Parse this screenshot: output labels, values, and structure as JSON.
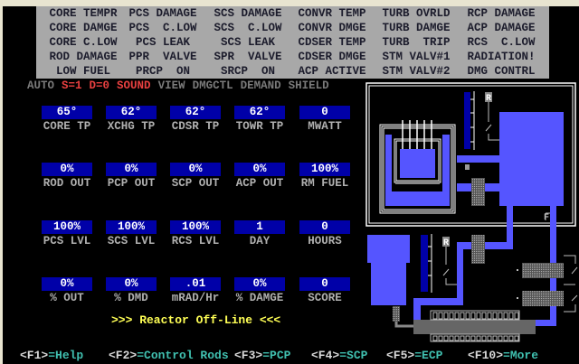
{
  "annunciators": [
    [
      "CORE TEMPR",
      "PCS DAMAGE",
      "SCS DAMAGE",
      "CONVR TEMP",
      "TURB OVRLD",
      "RCP DAMAGE"
    ],
    [
      "CORE DAMGE",
      "PCS  C.LOW",
      "SCS  C.LOW",
      "CONVR DMGE",
      "TURB DAMGE",
      "ACP DAMAGE"
    ],
    [
      "CORE C.LOW",
      "PCS LEAK",
      "SCS LEAK",
      "CDSER TEMP",
      "TURB  TRIP",
      "RCS  C.LOW"
    ],
    [
      "ROD DAMAGE",
      "PPR  VALVE",
      "SPR  VALVE",
      "CDSER DMGE",
      "STM VALV#1",
      "RADIATION!"
    ],
    [
      "LOW FUEL",
      "PRCP  ON",
      "SRCP  ON",
      "ACP ACTIVE",
      "STM VALV#2",
      "DMG CONTRL"
    ]
  ],
  "modes": [
    {
      "label": "AUTO",
      "active": false
    },
    {
      "label": "S=1",
      "active": true
    },
    {
      "label": "D=0",
      "active": true
    },
    {
      "label": "SOUND",
      "active": true
    },
    {
      "label": "VIEW",
      "active": false
    },
    {
      "label": "DMGCTL",
      "active": false
    },
    {
      "label": "DEMAND",
      "active": false
    },
    {
      "label": "SHIELD",
      "active": false
    }
  ],
  "gauges": [
    [
      {
        "value": "65°",
        "label": "CORE TP"
      },
      {
        "value": "62°",
        "label": "XCHG TP"
      },
      {
        "value": "62°",
        "label": "CDSR TP"
      },
      {
        "value": "62°",
        "label": "TOWR TP"
      },
      {
        "value": "0",
        "label": "MWATT"
      }
    ],
    [
      {
        "value": "0%",
        "label": "ROD OUT"
      },
      {
        "value": "0%",
        "label": "PCP OUT"
      },
      {
        "value": "0%",
        "label": "SCP OUT"
      },
      {
        "value": "0%",
        "label": "ACP OUT"
      },
      {
        "value": "100%",
        "label": "RM FUEL"
      }
    ],
    [
      {
        "value": "100%",
        "label": "PCS LVL"
      },
      {
        "value": "100%",
        "label": "SCS LVL"
      },
      {
        "value": "100%",
        "label": "RCS LVL"
      },
      {
        "value": "1",
        "label": "DAY"
      },
      {
        "value": "0",
        "label": "HOURS"
      }
    ],
    [
      {
        "value": "0%",
        "label": "% OUT"
      },
      {
        "value": "0%",
        "label": "% DMD"
      },
      {
        "value": ".01",
        "label": "mRAD/Hr"
      },
      {
        "value": "0%",
        "label": "% DAMGE"
      },
      {
        "value": "0",
        "label": "SCORE"
      }
    ]
  ],
  "status": ">>> Reactor Off-Line <<<",
  "diagram": {
    "rod_label_1": "R",
    "rod_label_2": "R",
    "valve_label": "F"
  },
  "footer": [
    {
      "key": "<F1>",
      "action": "=Help"
    },
    {
      "key": "<F2>",
      "action": "=Control Rods"
    },
    {
      "key": "<F3>",
      "action": "=PCP"
    },
    {
      "key": "<F4>",
      "action": "=SCP"
    },
    {
      "key": "<F5>",
      "action": "=ECP"
    },
    {
      "key": "<F10>",
      "action": "=More"
    }
  ],
  "colors": {
    "panel": "#a8a8a8",
    "gauge": "#0000a8",
    "pipe": "#5555ff",
    "alarm": "#e84040",
    "status": "#ffff55",
    "footer": "#40c0b0"
  }
}
